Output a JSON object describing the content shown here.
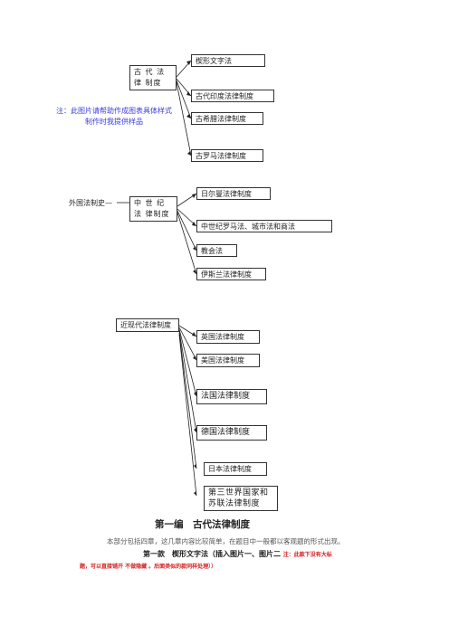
{
  "diagram": {
    "ancient": {
      "label": "古 代 法 律 制度",
      "children": [
        "楔形文字法",
        "古代印度法律制度",
        "古希腊法律制度",
        "古罗马法律制度"
      ]
    },
    "medieval": {
      "root": "外国法制史—",
      "label": "中 世 纪 法 律制度",
      "children": [
        "日尔曼法律制度",
        "中世纪罗马法、城市法和商法",
        "教会法",
        "伊斯兰法律制度"
      ]
    },
    "modern": {
      "label": "近现代法律制度",
      "children": [
        "英国法律制度",
        "美国法律制度",
        "法国法律制度",
        "德国法律制度",
        "日本法律制度",
        "第三世界国家和苏联法律制度"
      ]
    },
    "note": "注：此图片请帮助作成图表具体样式制作时我提供样品"
  },
  "content": {
    "chapter_title": "第一编　古代法律制度",
    "intro": "本部分包括四章，这几章内容比较简单，在题目中一般都以客观题的形式出现。",
    "section_title": "第一款　楔形文字法（插入图片一、图片二",
    "section_note": "注：此款下没有大标",
    "section_line2": "题，可以直接铺开 不做隐藏 。后面类似的款同样处理））"
  }
}
